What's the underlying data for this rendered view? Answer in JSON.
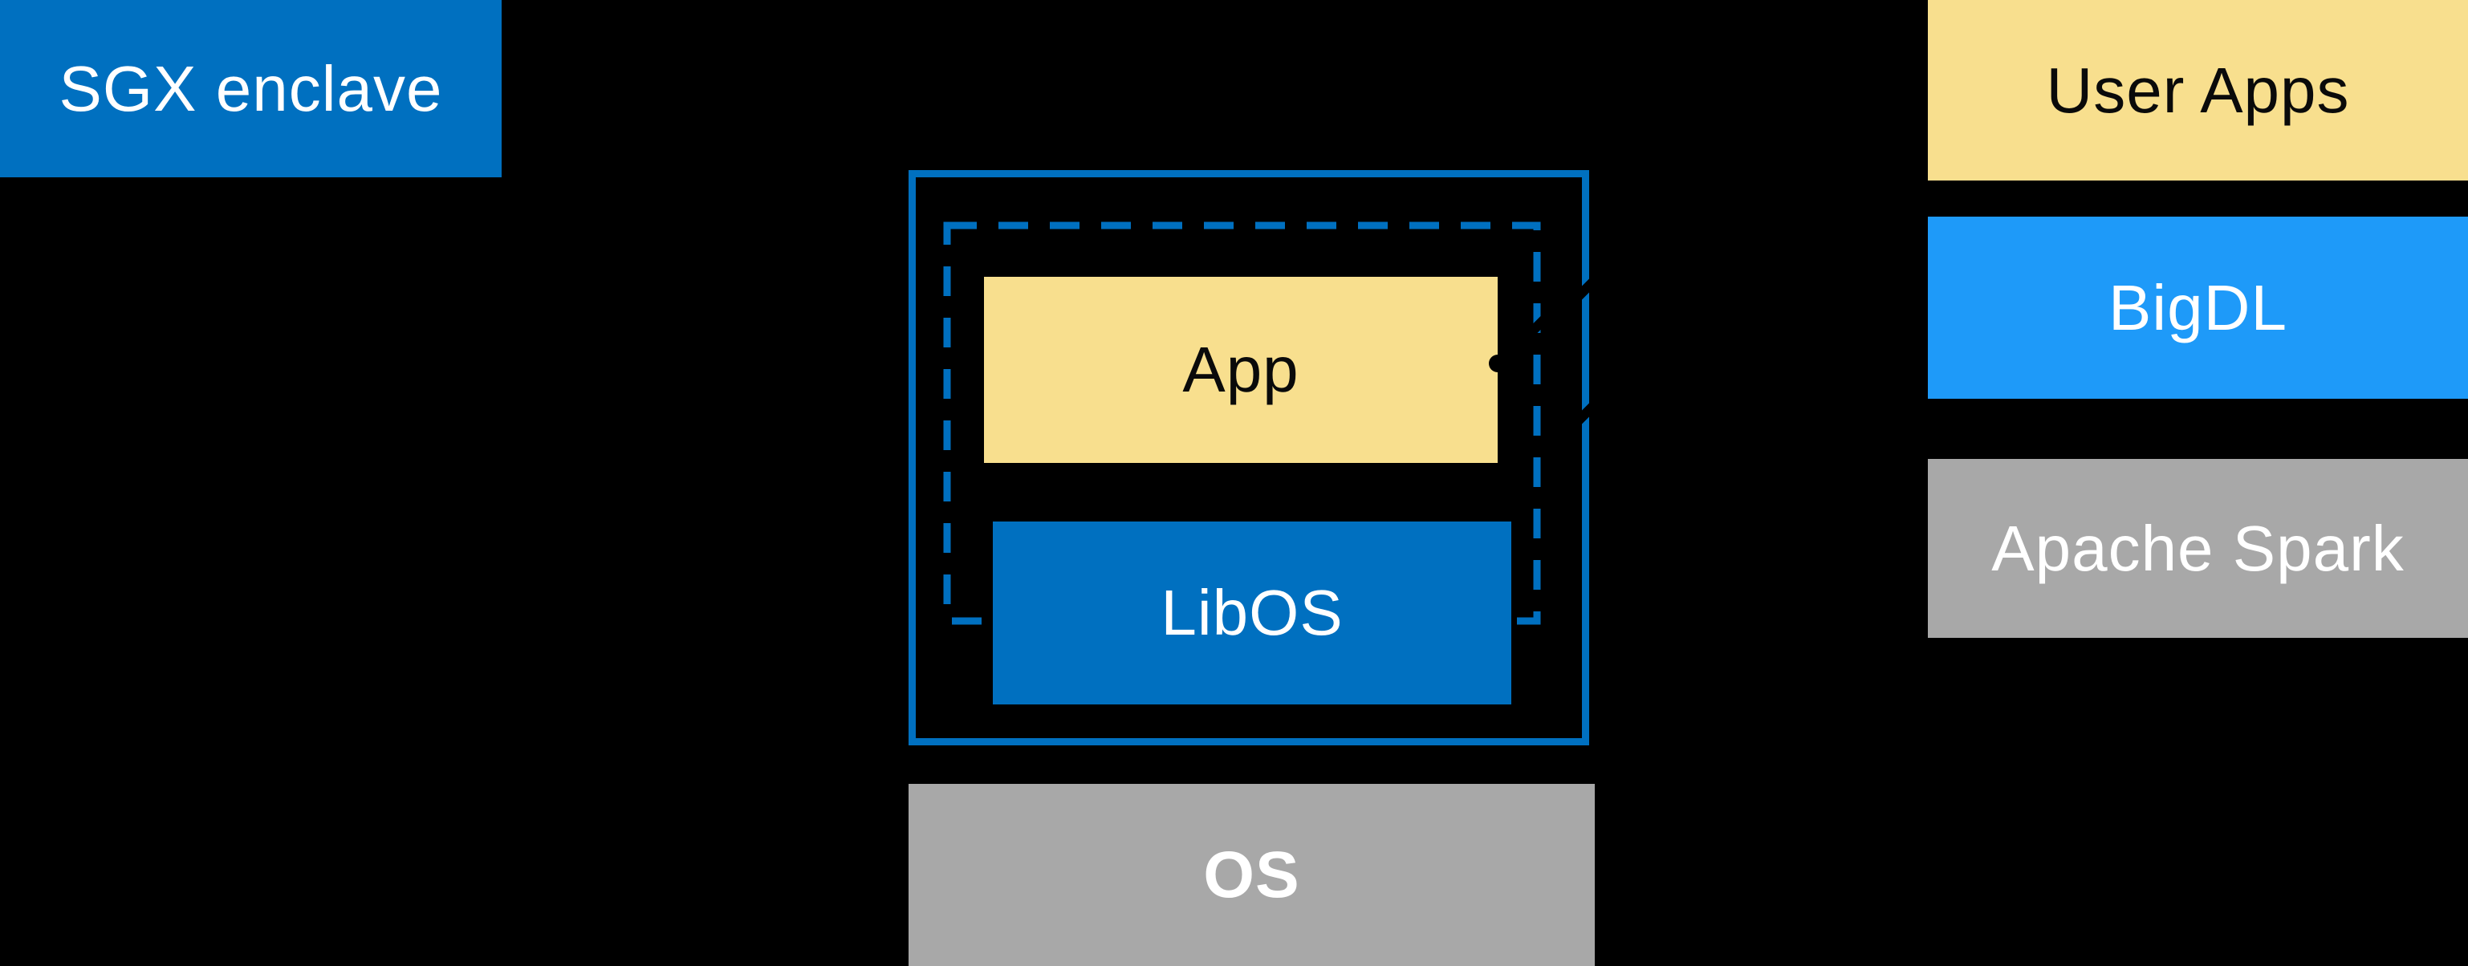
{
  "colors": {
    "background": "#000000",
    "intel_blue": "#0070C0",
    "bright_blue": "#1E9AF9",
    "yellow": "#F8DF8E",
    "gray": "#A8A8A8",
    "white_text": "#FFFFFF",
    "black_text": "#0A0A0A"
  },
  "sgx": {
    "label": "SGX enclave"
  },
  "enclave": {
    "app_label": "App",
    "libos_label": "LibOS"
  },
  "os": {
    "label": "OS"
  },
  "right_stack": {
    "items": [
      {
        "label": "User Apps"
      },
      {
        "label": "BigDL"
      },
      {
        "label": "Apache Spark"
      }
    ]
  }
}
